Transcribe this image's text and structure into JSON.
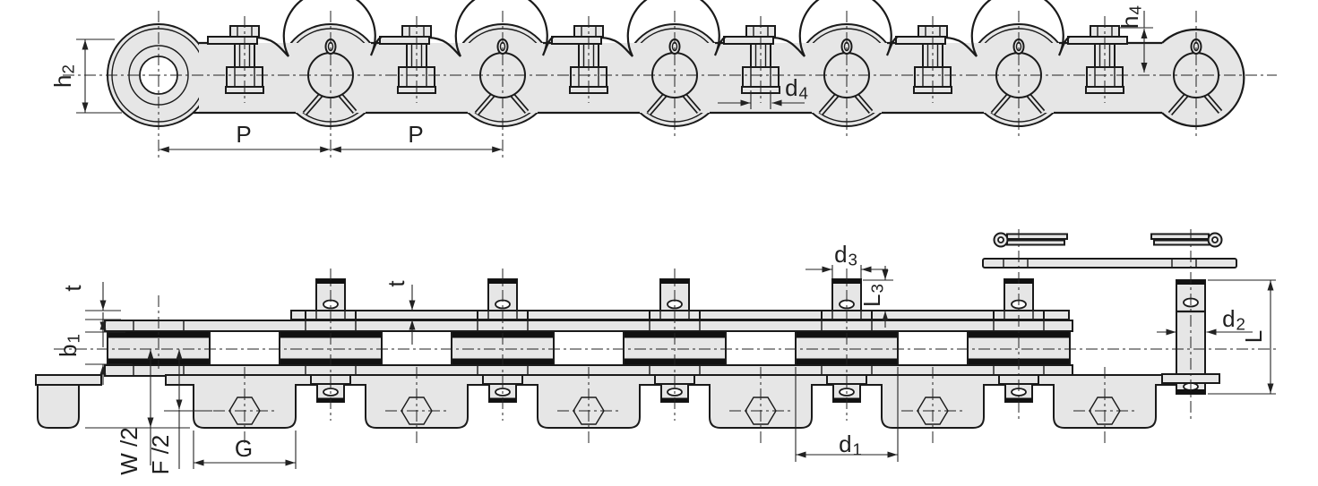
{
  "drawing": {
    "kind": "engineering dimension drawing",
    "subject": "conveyor roller chain with attachments, side view and plan view"
  },
  "colors": {
    "background": "#ffffff",
    "part_fill": "#e6e6e6",
    "outline": "#1a1a1a",
    "seal_band": "#111111",
    "dimension_line": "#222222",
    "text": "#1f1f1f"
  },
  "labels": {
    "h2": {
      "main": "h",
      "sub": "2"
    },
    "p1": "P",
    "p2": "P",
    "d4": {
      "main": "d",
      "sub": "4"
    },
    "h4": {
      "main": "h",
      "sub": "4"
    },
    "t_left": "t",
    "t_mid": "t",
    "b1": {
      "main": "b",
      "sub": "1"
    },
    "w_half": "W /2",
    "f_half": "F /2",
    "g": "G",
    "d3": {
      "main": "d",
      "sub": "3"
    },
    "l3": {
      "main": "L",
      "sub": "3"
    },
    "d1": {
      "main": "d",
      "sub": "1"
    },
    "d2": {
      "main": "d",
      "sub": "2"
    },
    "l": "L"
  }
}
